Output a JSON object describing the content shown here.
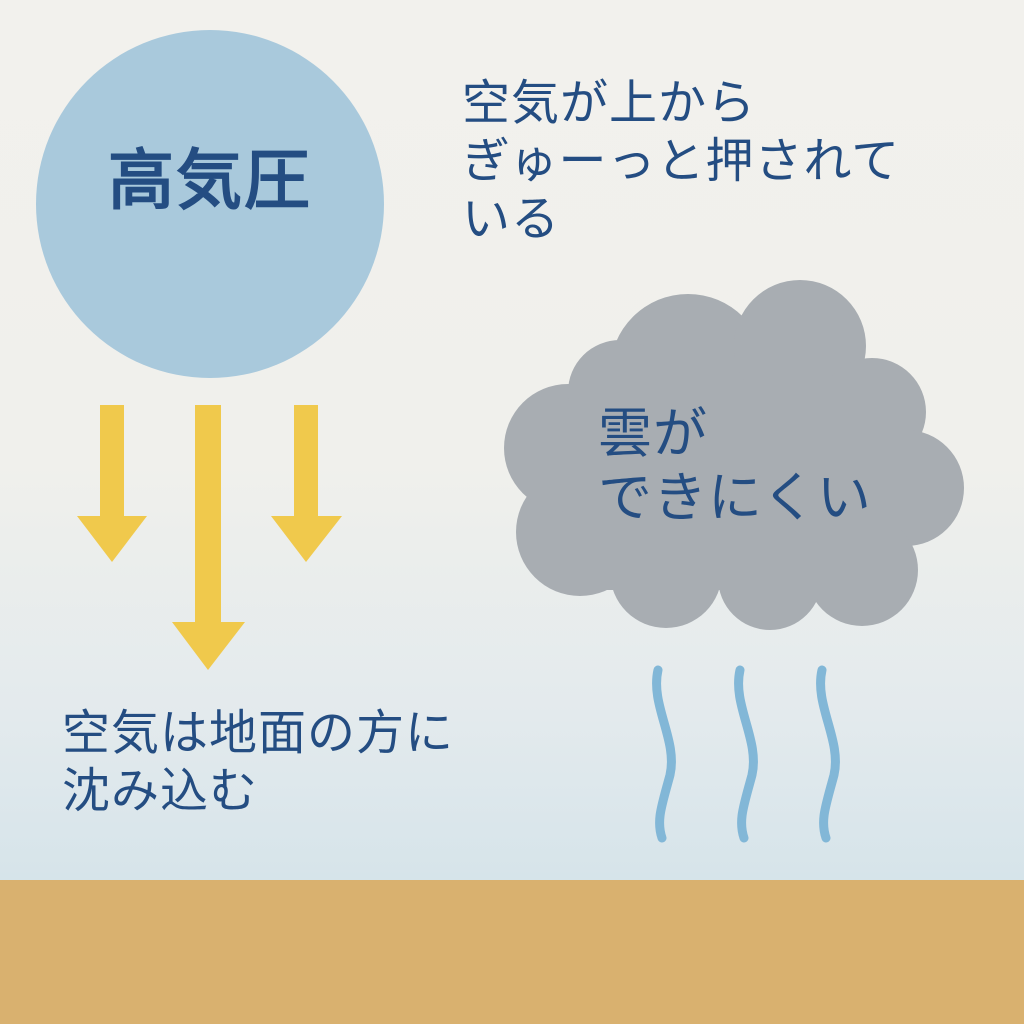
{
  "high_pressure": {
    "label": "高気圧"
  },
  "explanations": {
    "pressed_from_above": [
      "空気が上から",
      "ぎゅーっと押されて",
      "いる"
    ],
    "sinks_to_ground": [
      "空気は地面の方に",
      "沈み込む"
    ]
  },
  "cloud": {
    "text": [
      "雲が",
      "できにくい"
    ]
  },
  "colors": {
    "circle": "#a9c9dc",
    "text": "#244d82",
    "arrow": "#f0c94c",
    "cloud": "#a8adb2",
    "wavy_line": "#82b7d7",
    "ground": "#d9b16f"
  },
  "icons": {
    "arrows": "down-arrow-icon",
    "cloud": "cloud-icon",
    "air_lines": "wavy-line-icon"
  }
}
